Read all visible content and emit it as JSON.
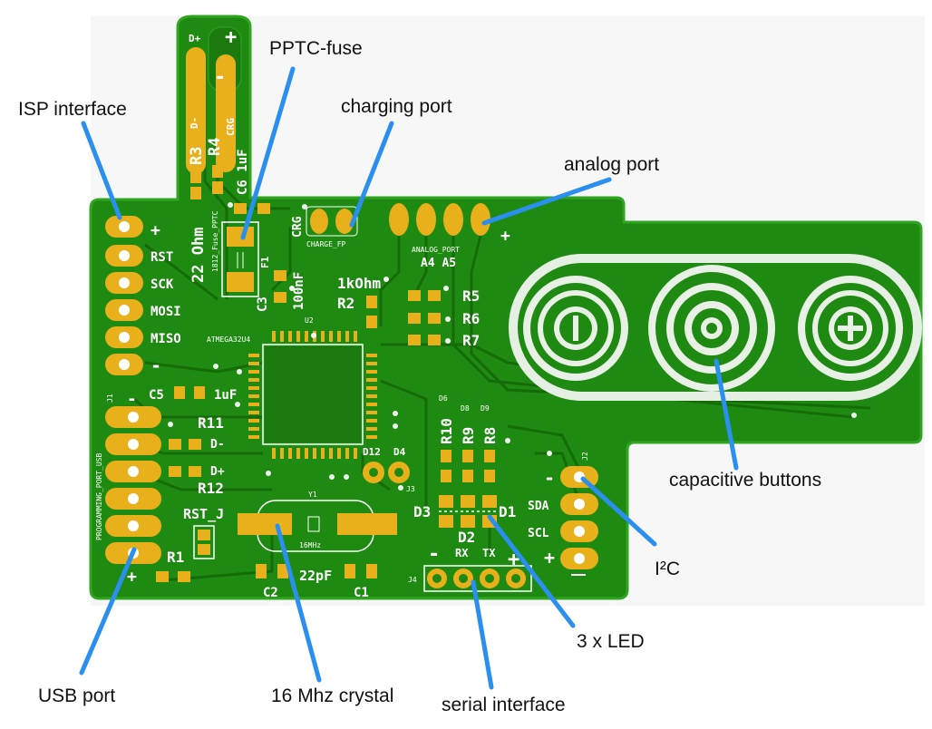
{
  "colors": {
    "board": "#1f8a12",
    "board_edge": "#2a9a1c",
    "trace": "#167207",
    "pad": "#e8b01a",
    "silkscreen": "#ffffff",
    "leader": "#2b8ff0"
  },
  "callouts": {
    "pptc_fuse": "PPTC-fuse",
    "isp_interface": "ISP interface",
    "charging_port": "charging port",
    "analog_port": "analog port",
    "capacitive_buttons": "capacitive buttons",
    "i2c": "I²C",
    "led": "3 x LED",
    "serial_interface": "serial interface",
    "crystal": "16 Mhz crystal",
    "usb_port": "USB port"
  },
  "silkscreen": {
    "usb_plus": "D+",
    "r3": "R3",
    "r4": "R4",
    "d_minus_top": "D-",
    "crg": "CRG",
    "c6": "C6 1uF",
    "ohm22": "22 Ohm",
    "fuse_pptc": "1812_Fuse_PPTC",
    "f1": "F1",
    "c3": "C3",
    "nf100": "100nF",
    "crg2": "CRG",
    "charge_fp": "CHARGE_FP",
    "analog_port_label": "ANALOG_PORT",
    "a4a5": "A4 A5",
    "kohm": "1kOhm",
    "r2": "R2",
    "u2": "U2",
    "atmega": "ATMEGA32U4",
    "r5": "R5",
    "r6": "R6",
    "r7": "R7",
    "rst": "RST",
    "sck": "SCK",
    "mosi": "MOSI",
    "miso": "MISO",
    "plus": "+",
    "minus": "-",
    "c5": "C5",
    "uf1": "1uF",
    "r11": "R11",
    "d_minus": "D-",
    "d_plus": "D+",
    "r12": "R12",
    "rst_j": "RST_J",
    "r1": "R1",
    "prog_port": "PROGRAMMING_PORT_USB",
    "j1": "J1",
    "y1": "Y1",
    "mhz16": "16MHz",
    "c2": "C2",
    "pf22": "22pF",
    "c1": "C1",
    "d12": "D12",
    "d4": "D4",
    "j3": "J3",
    "d6": "D6",
    "d8": "D8",
    "d9": "D9",
    "r10": "R10",
    "r9": "R9",
    "r8": "R8",
    "d3": "D3",
    "d1": "D1",
    "d2": "D2",
    "rx": "RX",
    "tx": "TX",
    "j4": "J4",
    "j2": "J2",
    "sda": "SDA",
    "scl": "SCL"
  }
}
